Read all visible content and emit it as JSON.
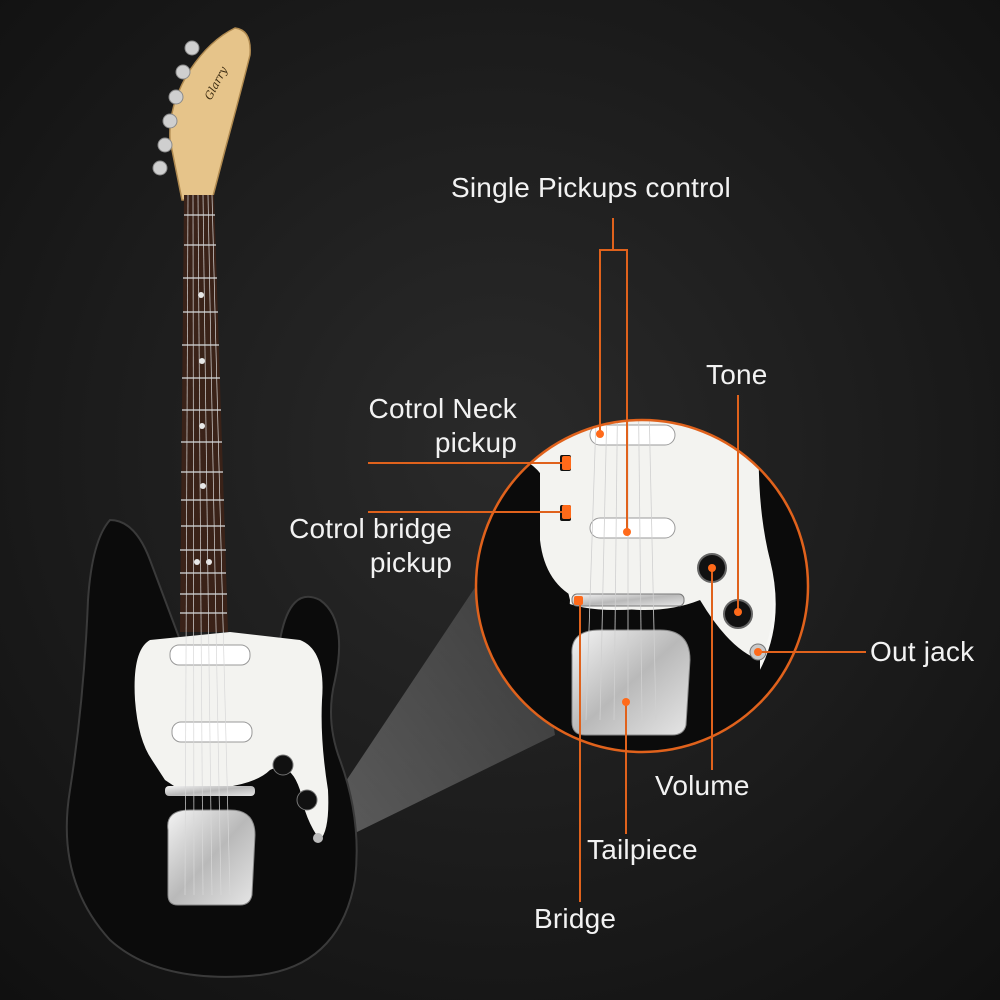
{
  "brand": "Glarry",
  "labels": {
    "single_pickups_control": "Single Pickups control",
    "tone": "Tone",
    "neck_pickup_line1": "Cotrol Neck",
    "neck_pickup_line2": "pickup",
    "bridge_pickup_line1": "Cotrol bridge",
    "bridge_pickup_line2": "pickup",
    "out_jack": "Out jack",
    "volume": "Volume",
    "tailpiece": "Tailpiece",
    "bridge": "Bridge"
  },
  "colors": {
    "background": "#161616",
    "leader_line": "#e0621c",
    "marker": "#ff6a1a",
    "guitar_body": "#0b0b0b",
    "pickguard": "#f3f3f0",
    "headstock": "#e6c48a",
    "fretboard": "#3a2218"
  }
}
